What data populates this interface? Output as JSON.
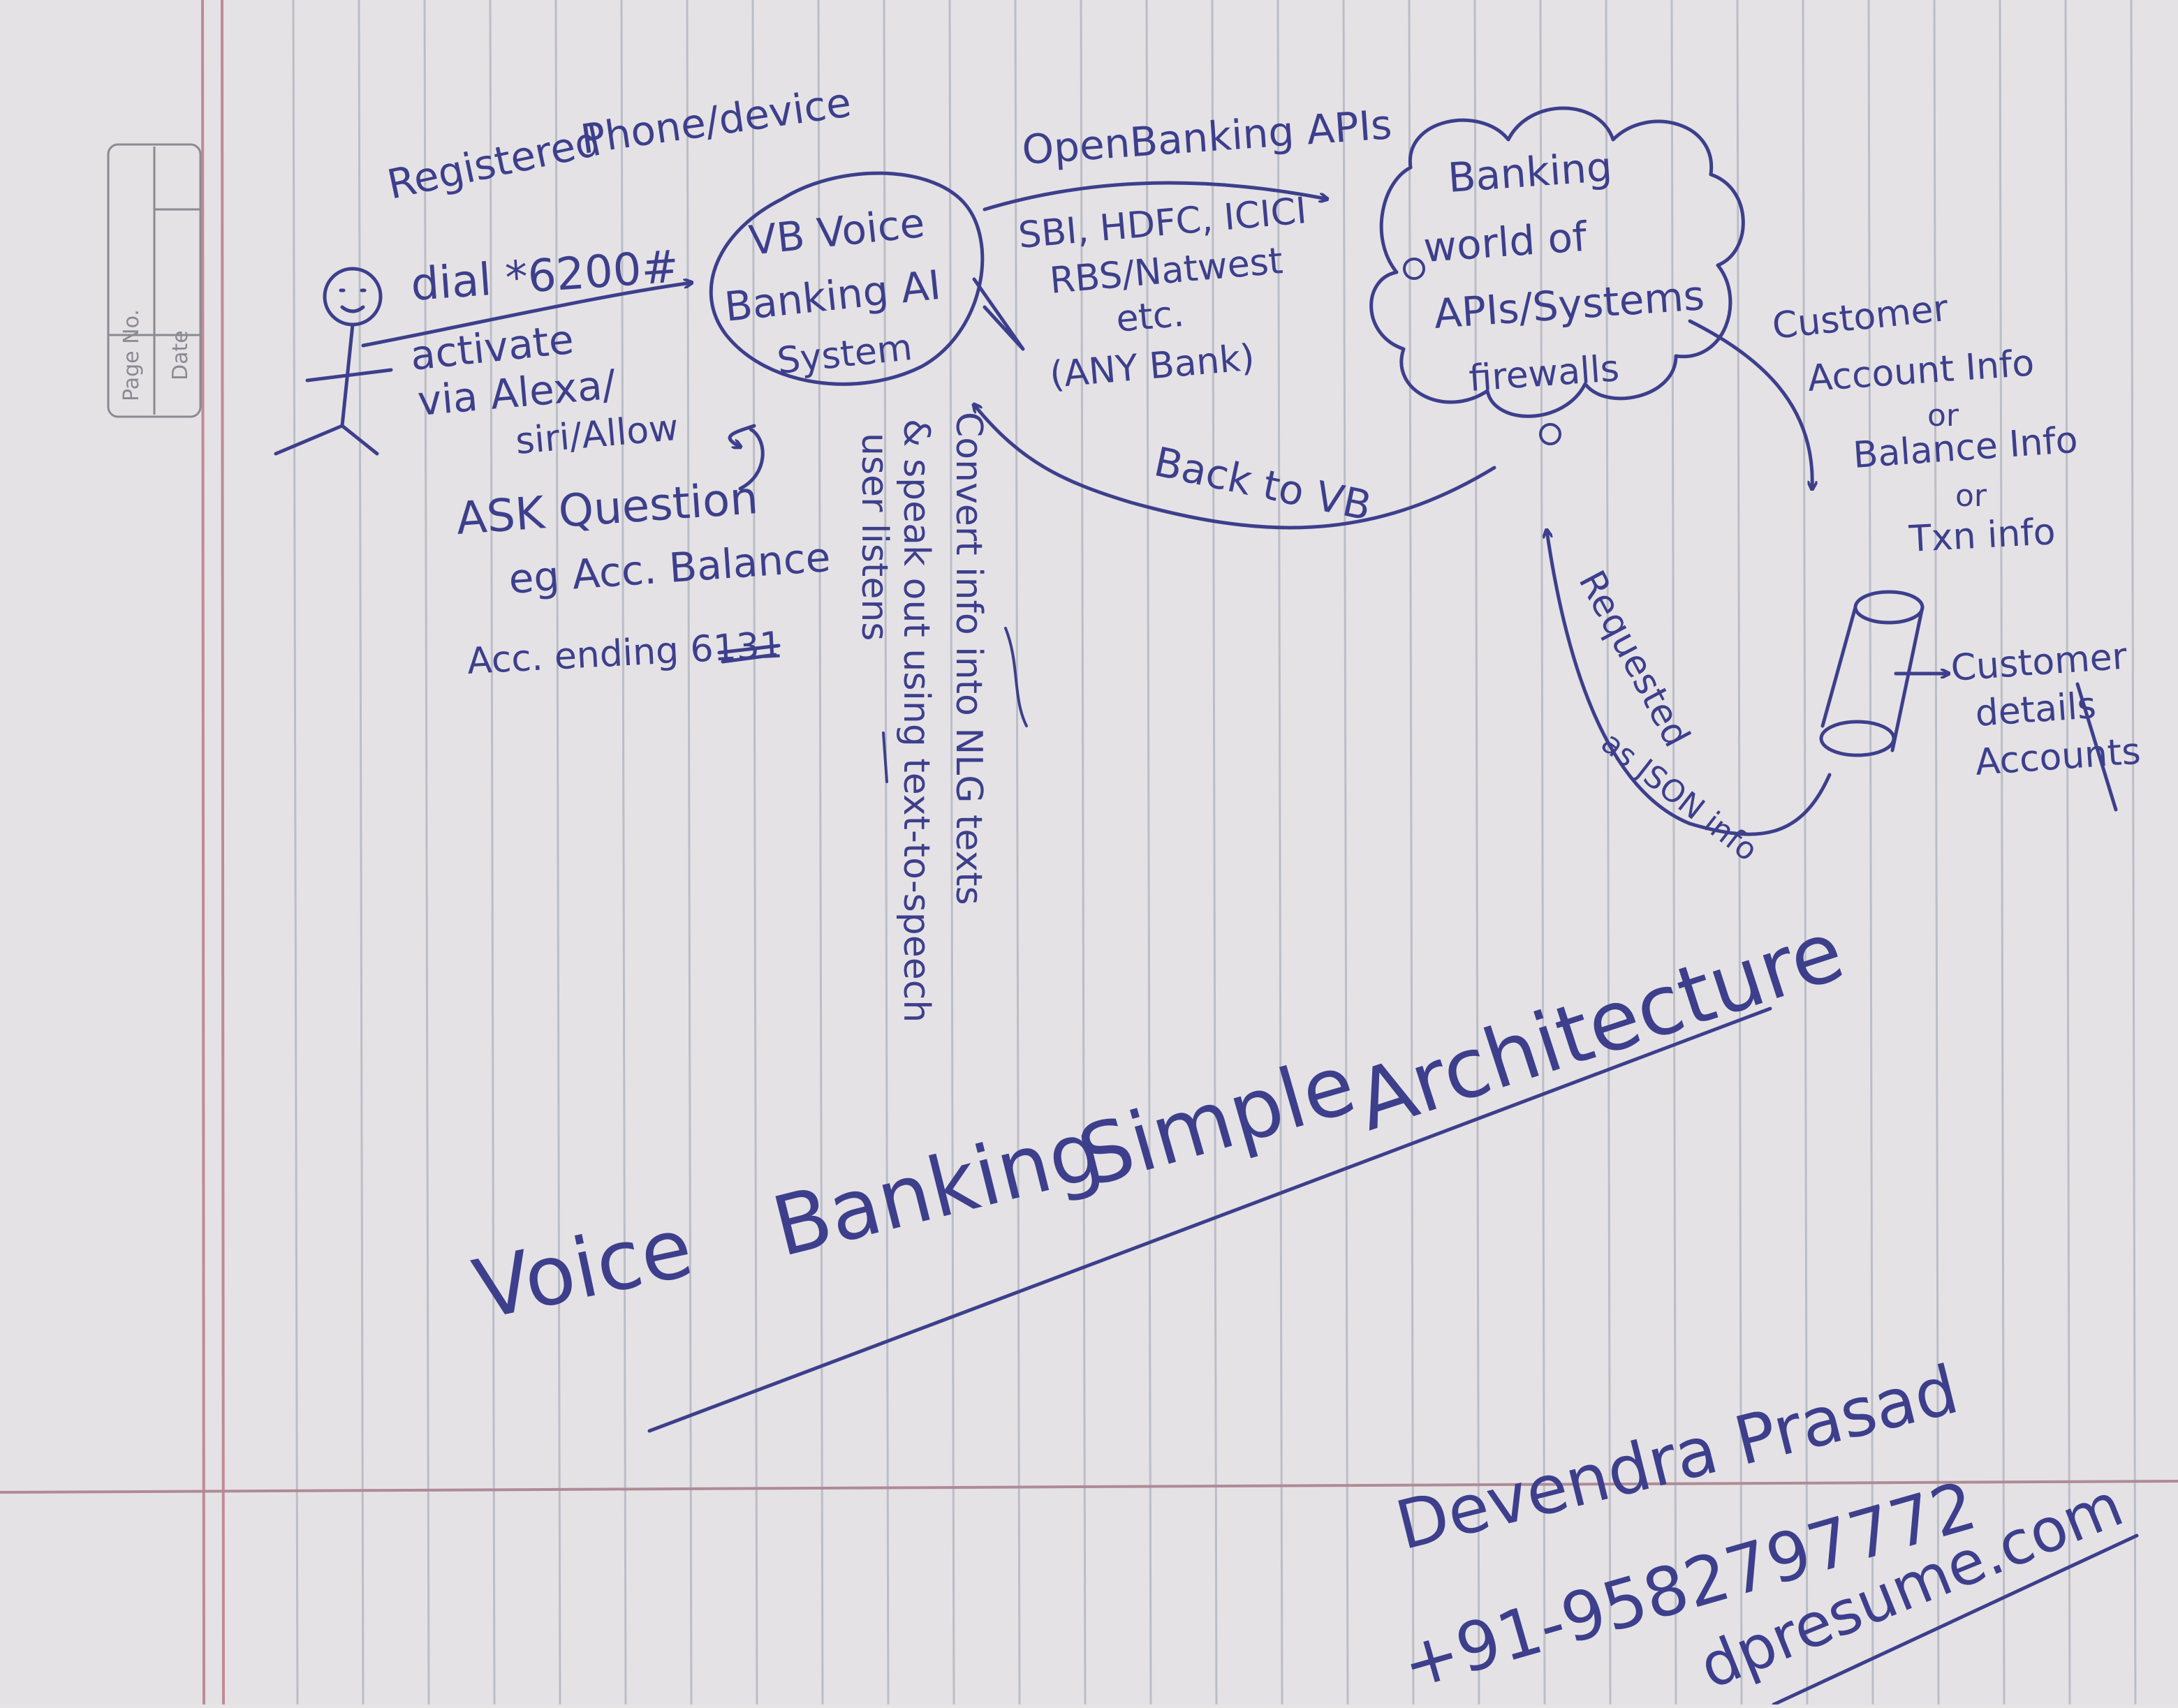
{
  "page_box": {
    "page_no": "Page No.",
    "date": "Date"
  },
  "nodes": {
    "user": {
      "registered_line1": "Registered",
      "registered_line2": "Phone/device",
      "dial": "dial *6200#",
      "activate_line1": "activate",
      "activate_line2": "via Alexa/",
      "activate_line3": "siri/Allow"
    },
    "question": {
      "line1": "ASK Question",
      "line2": "eg Acc. Balance",
      "line3": "Acc. ending 6131"
    },
    "vb": {
      "line1": "VB Voice",
      "line2": "Banking AI",
      "line3": "System"
    },
    "banking_world": {
      "line1": "Banking",
      "line2": "world of",
      "line3": "APIs/Systems",
      "line4": "firewalls"
    },
    "database": {
      "line1": "Customer",
      "line2": "details",
      "line3": "Accounts"
    }
  },
  "edges": {
    "open_banking": {
      "label": "OpenBanking APIs",
      "banks_line1": "SBI, HDFC, ICICI",
      "banks_line2": "RBS/Natwest",
      "banks_line3": "etc.",
      "banks_line4": "(ANY Bank)"
    },
    "back_to_vb": {
      "label": "Back to VB"
    },
    "convert": {
      "line1": "Convert info into NLG texts",
      "line2": "& speak out using text-to-speech",
      "line3": "user listens"
    },
    "account_info": {
      "line1": "Customer",
      "line2": "Account Info",
      "or1": "or",
      "line3": "Balance Info",
      "or2": "or",
      "line4": "Txn info"
    },
    "json_request": {
      "line1": "Requested",
      "line2": "as JSON info"
    }
  },
  "title": {
    "word1": "Voice",
    "word2": "Banking",
    "word3": "Simple",
    "word4": "Architecture"
  },
  "signature": {
    "name": "Devendra Prasad",
    "phone": "+91-9582797772",
    "website": "dpresume.com"
  },
  "colors": {
    "ink": "#3d3f8c",
    "paper": "#e8e6e8",
    "margin": "#c08a96",
    "rule": "#9aa0b0"
  }
}
